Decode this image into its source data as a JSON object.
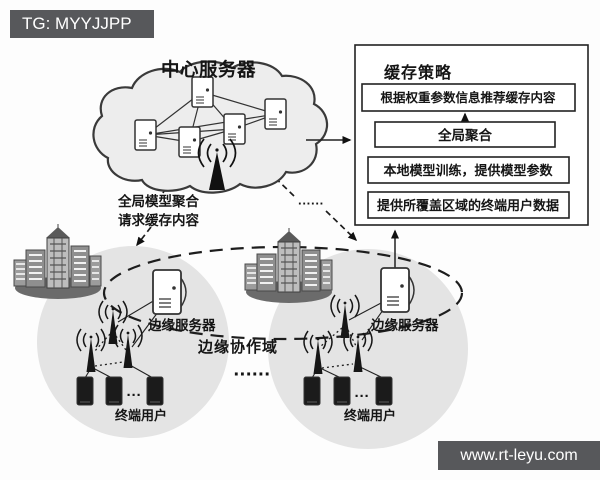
{
  "watermarks": {
    "top_left": "TG: MYYJJPP",
    "bottom_right": "www.rt-leyu.com"
  },
  "colors": {
    "watermark_bar": "#57585b",
    "ink": "#1a1a1a",
    "domain_circle_fill": "#e4e4e4",
    "cloud_fill": "#ededed"
  },
  "cloud": {
    "label": "中心服务器"
  },
  "cache_policy": {
    "title": "缓存策略",
    "items": [
      "根据权重参数信息推荐缓存内容",
      "全局聚合",
      "本地模型训练，提供模型参数",
      "提供所覆盖区域的终端用户数据"
    ]
  },
  "annotations": {
    "global_model_agg": "全局模型聚合",
    "request_cache": "请求缓存内容",
    "edge_domain": "边缘协作域",
    "dots_between_domains": "······",
    "dots_on_link": "······",
    "dots_devices_left": "···",
    "dots_devices_right": "···"
  },
  "left_domain": {
    "edge_server": "边缘服务器",
    "users": "终端用户"
  },
  "right_domain": {
    "edge_server": "边缘服务器",
    "users": "终端用户"
  }
}
